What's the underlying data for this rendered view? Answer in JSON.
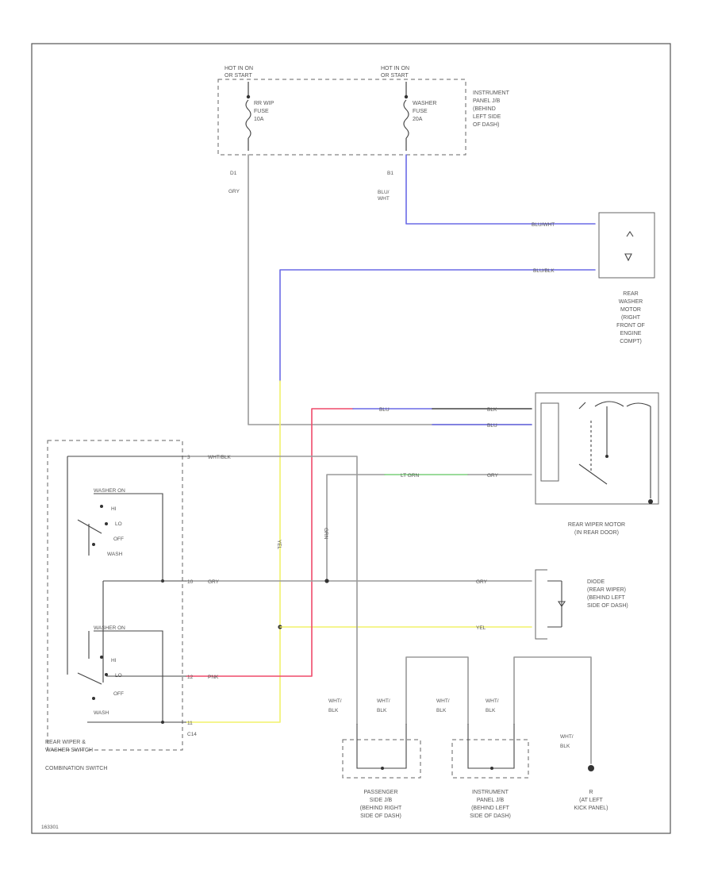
{
  "fuse_box": {
    "hot1": [
      "HOT IN ON",
      "OR START"
    ],
    "hot2": [
      "HOT IN ON",
      "OR START"
    ],
    "fuse1": [
      "RR WIP",
      "FUSE",
      "10A"
    ],
    "fuse2": [
      "WASHER",
      "FUSE",
      "20A"
    ],
    "location": [
      "INSTRUMENT",
      "PANEL J/B",
      "(BEHIND",
      "LEFT SIDE",
      "OF DASH)"
    ],
    "pin1": "D1",
    "pin2": "B1"
  },
  "wires": {
    "gry": "GRY",
    "blu_wht": [
      "BLU/",
      "WHT"
    ],
    "blu_wht_a": "BLU/WHT",
    "blu_blk": "BLU/BLK",
    "blu": "BLU",
    "blu2": "BLU",
    "blk": "BLK",
    "wht_blk_top": "WHT/BLK",
    "lt_grn": "LT GRN",
    "gry_motor": "GRY",
    "yel_vertical": "YEL",
    "grn_vertical": "GRN",
    "gry_diode": "GRY",
    "yel_diode": "YEL",
    "pnk": "PNK",
    "yel_bottom": "YEL"
  },
  "washer_motor": {
    "label": [
      "REAR",
      "WASHER",
      "MOTOR",
      "(RIGHT",
      "FRONT OF",
      "ENGINE",
      "COMPT)"
    ]
  },
  "wiper_motor": {
    "label": [
      "REAR WIPER MOTOR",
      "(IN REAR DOOR)"
    ]
  },
  "diode": {
    "label": [
      "DIODE",
      "(REAR WIPER)",
      "(BEHIND LEFT",
      "SIDE OF DASH)"
    ]
  },
  "switch": {
    "wiper_pos": "WASHER ON",
    "hi": "HI",
    "lo": "LO",
    "off": "OFF",
    "wash": "WASH",
    "washer_pos": "WASHER ON",
    "hi2": "HI",
    "lo2": "LO",
    "off2": "OFF",
    "wash2": "WASH",
    "pins": [
      "3",
      "10",
      "12",
      "11"
    ],
    "connector": "C14",
    "label": [
      "REAR WIPER &",
      "WASHER SWITCH"
    ],
    "combination": "COMBINATION SWITCH"
  },
  "grounds": {
    "wires": [
      "WHT/",
      "BLK"
    ],
    "passenger": [
      "PASSENGER",
      "SIDE J/B",
      "(BEHIND RIGHT",
      "SIDE OF DASH)"
    ],
    "instrument": [
      "INSTRUMENT",
      "PANEL J/B",
      "(BEHIND LEFT",
      "SIDE OF DASH)"
    ],
    "kick": [
      "R",
      "(AT LEFT",
      "KICK PANEL)"
    ]
  },
  "footer": {
    "code": "163301"
  }
}
